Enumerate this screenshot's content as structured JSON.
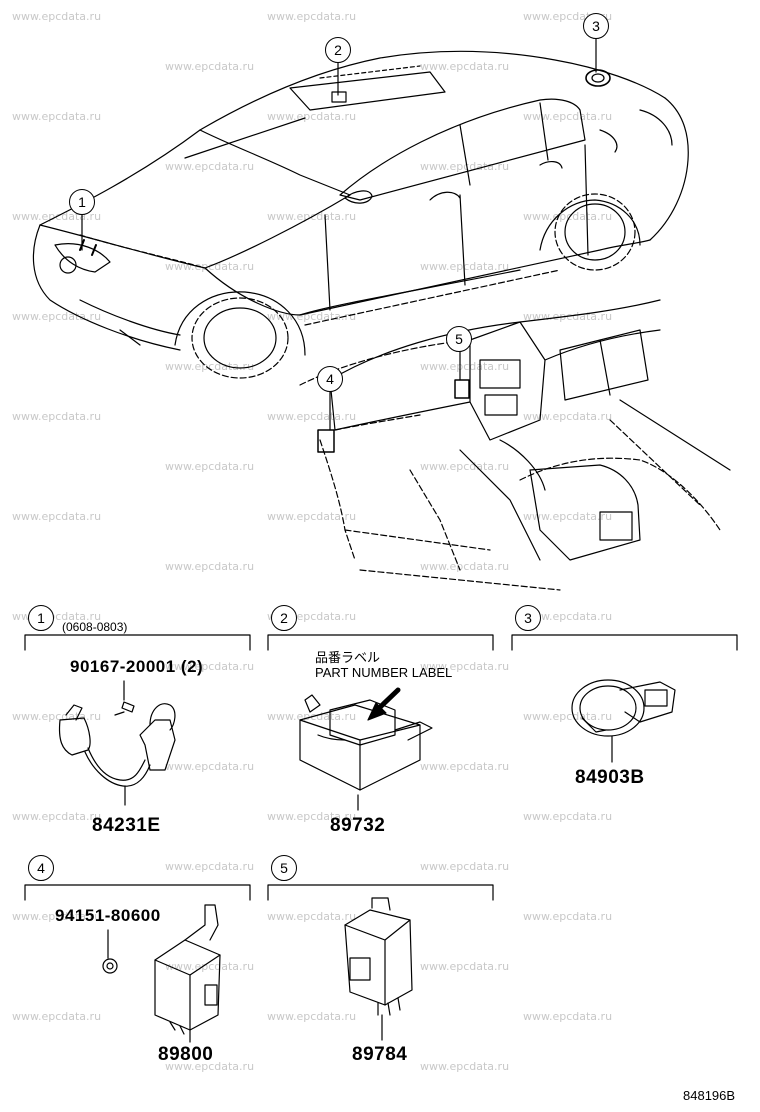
{
  "watermark": "www.epcdata.ru",
  "diagram_ref": "848196B",
  "locations": [
    {
      "label": "1"
    },
    {
      "label": "2"
    },
    {
      "label": "3"
    },
    {
      "label": "4"
    },
    {
      "label": "5"
    }
  ],
  "sections": [
    {
      "label": "1",
      "note": "(0608-0803)"
    },
    {
      "label": "2",
      "note_jp": "品番ラベル",
      "note_en": "PART NUMBER LABEL"
    },
    {
      "label": "3"
    },
    {
      "label": "4"
    },
    {
      "label": "5"
    }
  ],
  "parts": {
    "bolt_1": "90167-20001 (2)",
    "p_84231e": "84231E",
    "p_89732": "89732",
    "p_84903b": "84903B",
    "nut_4": "94151-80600",
    "p_89800": "89800",
    "p_89784": "89784"
  }
}
